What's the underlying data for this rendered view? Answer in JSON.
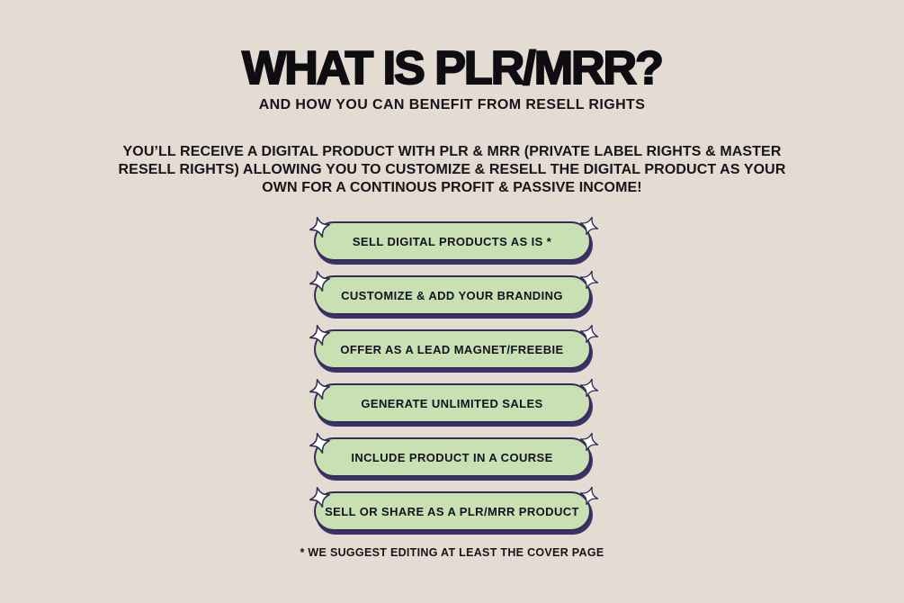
{
  "title": "WHAT IS PLR/MRR?",
  "subtitle": "AND HOW YOU CAN BENEFIT FROM RESELL RIGHTS",
  "intro_lines": [
    "YOU’LL RECEIVE A DIGITAL PRODUCT WITH PLR & MRR (PRIVATE LABEL RIGHTS & MASTER",
    "RESELL RIGHTS) ALLOWING YOU TO CUSTOMIZE & RESELL THE DIGITAL PRODUCT AS YOUR",
    "OWN FOR A CONTINOUS PROFIT & PASSIVE INCOME!"
  ],
  "benefits": [
    "SELL DIGITAL PRODUCTS AS IS *",
    "CUSTOMIZE & ADD YOUR BRANDING",
    "OFFER AS A LEAD MAGNET/FREEBIE",
    "GENERATE UNLIMITED SALES",
    "INCLUDE PRODUCT IN A COURSE",
    "SELL OR SHARE AS A PLR/MRR PRODUCT"
  ],
  "footnote": "* WE SUGGEST EDITING AT LEAST THE COVER PAGE",
  "icons": {
    "pill_decoration": "sparkle-icon"
  },
  "colors": {
    "background": "#e4dbd3",
    "pill_fill": "#c9e0b2",
    "pill_border": "#332c57",
    "pill_shadow": "#3c3168",
    "sparkle_fill": "#ffffff",
    "text": "#131223"
  }
}
